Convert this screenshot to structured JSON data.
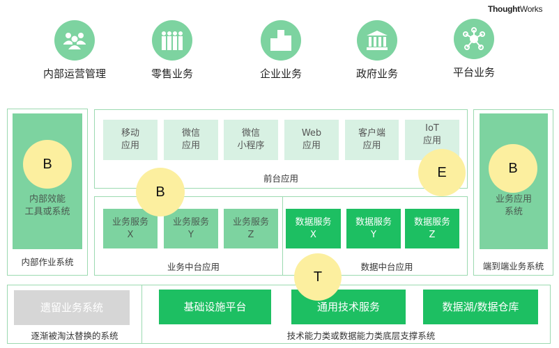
{
  "logo": {
    "bold": "Thought",
    "light": "Works"
  },
  "businesses": [
    {
      "label": "内部运营管理",
      "icon": "people-group-icon"
    },
    {
      "label": "零售业务",
      "icon": "crowd-icon"
    },
    {
      "label": "企业业务",
      "icon": "buildings-icon"
    },
    {
      "label": "政府业务",
      "icon": "government-building-icon"
    },
    {
      "label": "平台业务",
      "icon": "network-hub-icon"
    }
  ],
  "internal": {
    "inner": "内部效能\n工具或系统",
    "caption": "内部作业系统"
  },
  "frontend": {
    "tiles": [
      "移动\n应用",
      "微信\n应用",
      "微信\n小程序",
      "Web\n应用",
      "客户端\n应用",
      "IoT\n应用"
    ],
    "caption": "前台应用"
  },
  "business_middle": {
    "tiles": [
      "业务服务\nX",
      "业务服务\nY",
      "业务服务\nZ"
    ],
    "caption": "业务中台应用"
  },
  "data_middle": {
    "tiles": [
      "数据服务\nX",
      "数据服务\nY",
      "数据服务\nZ"
    ],
    "caption": "数据中台应用"
  },
  "end_to_end": {
    "inner": "业务应用\n系统",
    "caption": "端到端业务系统"
  },
  "legacy": {
    "tile": "遗留业务系统",
    "caption": "逐渐被淘汰替换的系统"
  },
  "foundation": {
    "tiles": [
      "基础设施平台",
      "通用技术服务",
      "数据湖/数据仓库"
    ],
    "caption": "技术能力类或数据能力类底层支撑系统"
  },
  "markers": [
    "B",
    "B",
    "E",
    "B",
    "T"
  ],
  "colors": {
    "light": "#d8f1e3",
    "mid": "#7dd3a0",
    "strong": "#1dbf62",
    "marker": "#fcef9f",
    "border": "#9bd9b0",
    "legacy": "#d6d6d6"
  }
}
